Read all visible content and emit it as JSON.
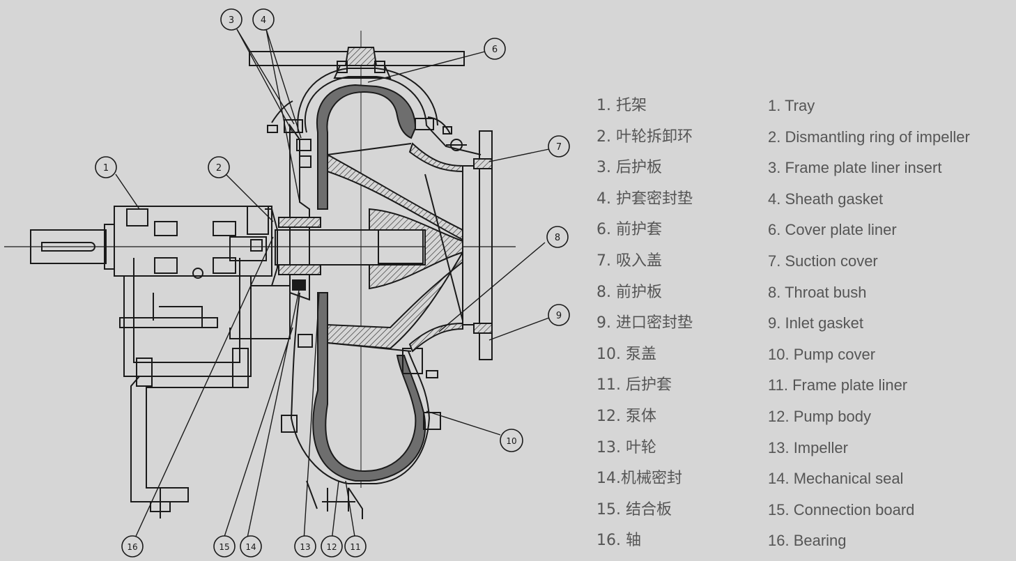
{
  "callouts": [
    "1",
    "2",
    "3",
    "4",
    "6",
    "7",
    "8",
    "9",
    "10",
    "11",
    "12",
    "13",
    "14",
    "15",
    "16"
  ],
  "legend": [
    {
      "cn": "1. 托架",
      "en": "1. Tray"
    },
    {
      "cn": "2. 叶轮拆卸环",
      "en": "2. Dismantling ring of impeller"
    },
    {
      "cn": "3. 后护板",
      "en": "3. Frame plate liner insert"
    },
    {
      "cn": "4. 护套密封垫",
      "en": "4. Sheath gasket"
    },
    {
      "cn": "6. 前护套",
      "en": "6. Cover plate liner"
    },
    {
      "cn": "7. 吸入盖",
      "en": "7. Suction cover"
    },
    {
      "cn": "8. 前护板",
      "en": "8. Throat bush"
    },
    {
      "cn": "9. 进口密封垫",
      "en": "9. Inlet gasket"
    },
    {
      "cn": "10. 泵盖",
      "en": "10. Pump cover"
    },
    {
      "cn": "11. 后护套",
      "en": "11. Frame plate liner"
    },
    {
      "cn": "12. 泵体",
      "en": "12. Pump body"
    },
    {
      "cn": "13. 叶轮",
      "en": "13. Impeller"
    },
    {
      "cn": "14.机械密封",
      "en": "14. Mechanical seal"
    },
    {
      "cn": "15. 结合板",
      "en": "15. Connection board"
    },
    {
      "cn": "16. 轴",
      "en": "16. Bearing"
    }
  ],
  "colors": {
    "background": "#d6d6d6",
    "line": "#1a1a1a",
    "text": "#555555",
    "liner": "#6e6e6e"
  }
}
